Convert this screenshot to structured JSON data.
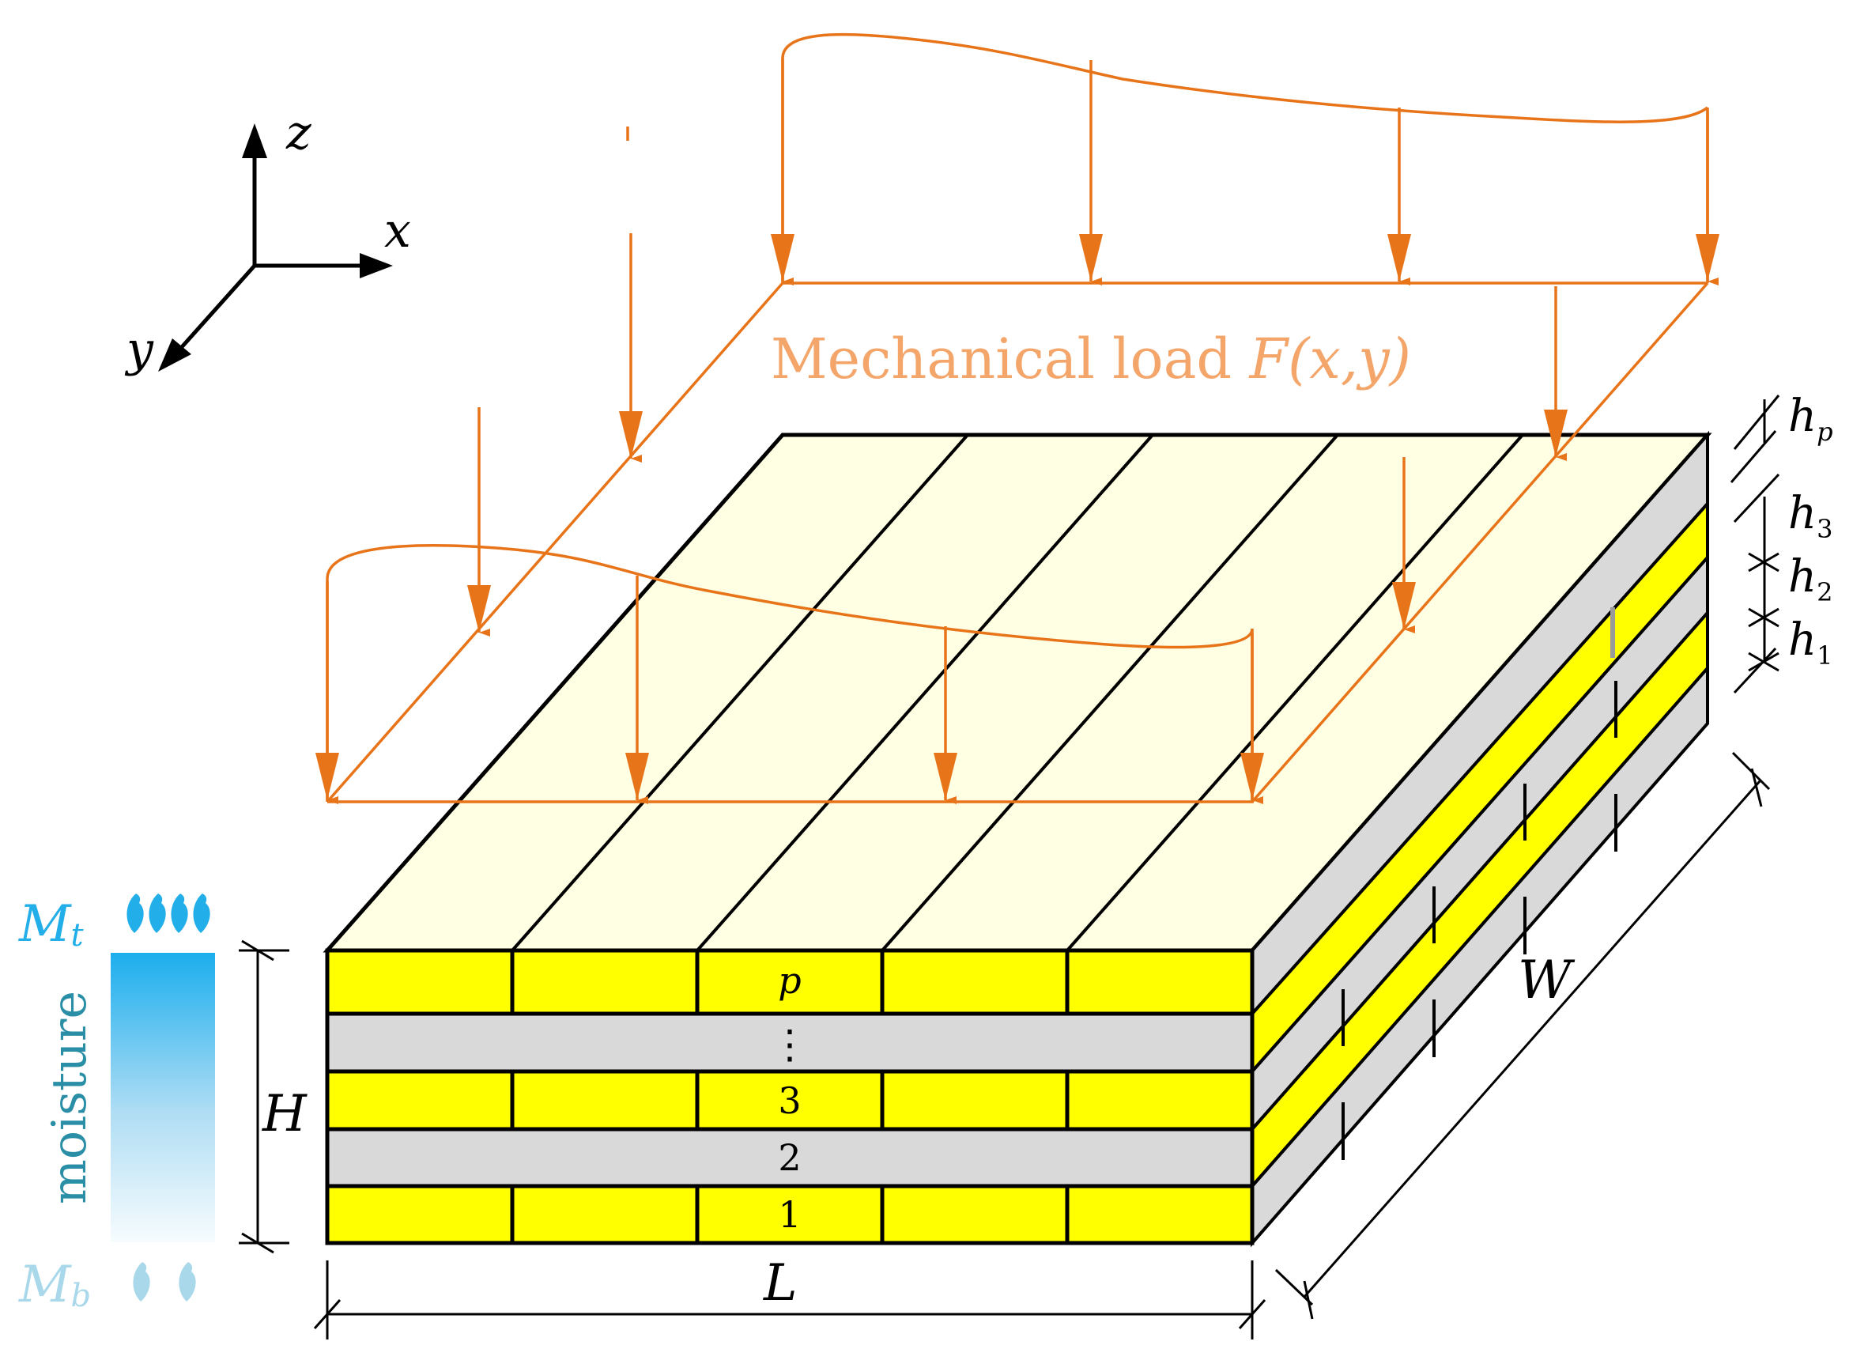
{
  "axes": {
    "z": "z",
    "x": "x",
    "y": "y"
  },
  "load": {
    "prefix": "Mechanical load ",
    "symbol": "F",
    "args": "(x,y)"
  },
  "dims": {
    "H": "H",
    "L": "L",
    "W": "W"
  },
  "thickness": {
    "hp": {
      "base": "h",
      "sub": "p"
    },
    "h3": {
      "base": "h",
      "sub": "3"
    },
    "h2": {
      "base": "h",
      "sub": "2"
    },
    "h1": {
      "base": "h",
      "sub": "1"
    }
  },
  "layers": {
    "top": "p",
    "dots": "⋮",
    "l3": "3",
    "l2": "2",
    "l1": "1"
  },
  "moisture": {
    "label": "moisture",
    "top": {
      "base": "M",
      "sub": "t"
    },
    "bottom": {
      "base": "M",
      "sub": "b"
    }
  },
  "colors": {
    "load": "#E8741A",
    "load_text": "#F4A56A",
    "lamina_yellow": "#FFFF00",
    "lamina_gray": "#D9D9D9",
    "top_face": "#FFFFE3",
    "moisture_top": "#22AEE8",
    "moisture_bottom": "#A9D8EA",
    "moisture_label": "#2A8FA6"
  }
}
